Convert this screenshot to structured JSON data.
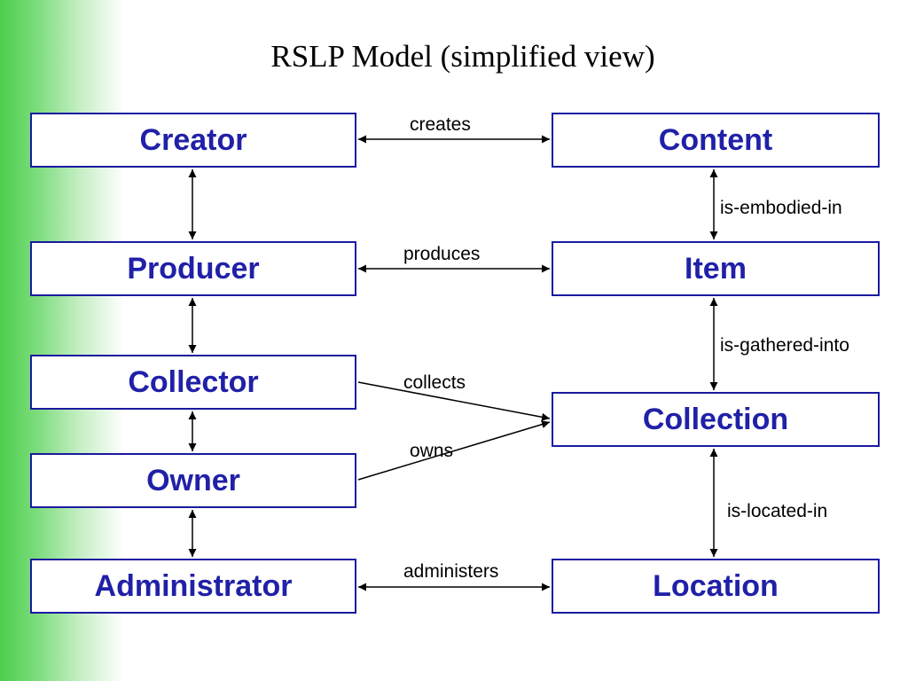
{
  "title": "RSLP Model (simplified view)",
  "entities": {
    "creator": "Creator",
    "producer": "Producer",
    "collector": "Collector",
    "owner": "Owner",
    "administrator": "Administrator",
    "content": "Content",
    "item": "Item",
    "collection": "Collection",
    "location": "Location"
  },
  "relationships": {
    "creates": "creates",
    "produces": "produces",
    "collects": "collects",
    "owns": "owns",
    "administers": "administers",
    "is_embodied_in": "is-embodied-in",
    "is_gathered_into": "is-gathered-into",
    "is_located_in": "is-located-in"
  },
  "colors": {
    "box_border": "#1a1aa0",
    "entity_text": "#2020a8",
    "gradient_green": "#4cce4c"
  }
}
